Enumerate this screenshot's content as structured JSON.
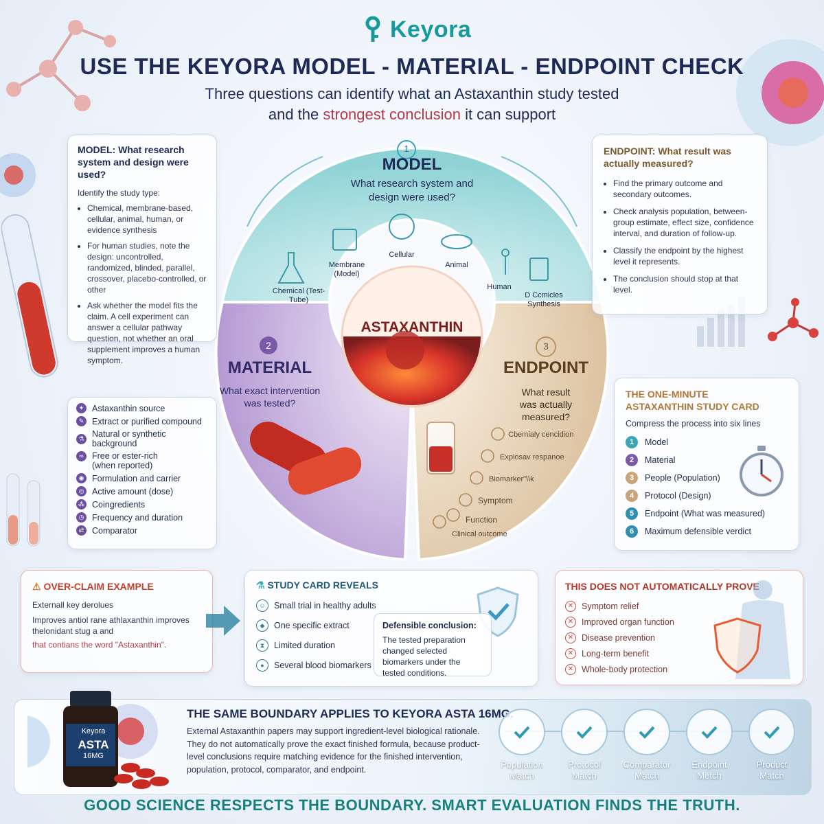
{
  "brand": {
    "logo_text": "Keyora"
  },
  "header": {
    "title": "USE THE KEYORA MODEL -  MATERIAL - ENDPOINT CHECK",
    "subtitle_line1": "Three questions can identify what an Astaxanthin study tested",
    "subtitle_line2_a": "and the",
    "subtitle_line2_hl": "strongest conclusion",
    "subtitle_line2_b": "it can support"
  },
  "model_card": {
    "heading": "MODEL: What research system and design were used?",
    "intro": "Identify the study type:",
    "bullets": [
      "Chemical, membrane-based, cellular, animal, human, or evidence synthesis",
      "For human studies, note the design: uncontrolled, randomized, blinded, parallel, crossover, placebo-controlled, or other",
      "Ask whether the model fits the claim. A cell experiment can answer a cellular pathway question, not whether an oral supplement improves a human symptom."
    ]
  },
  "endpoint_card": {
    "heading": "ENDPOINT: What result was actually measured?",
    "bullets": [
      "Find the primary outcome and secondary outcomes.",
      "Check analysis population, between-group estimate, effect size, confidence interval, and duration of follow-up.",
      "Classify the endpoint by the highest level it represents.",
      "The conclusion should stop at that level."
    ]
  },
  "wheel": {
    "model": {
      "num": "1",
      "title": "MODEL",
      "question": "What research system and design were used?",
      "items": [
        "Chemical (Test-Tube)",
        "Membrane (Model)",
        "Cellular",
        "Animal",
        "Human",
        "D Ccmicles Synthesis"
      ]
    },
    "center": "ASTAXANTHIN",
    "material": {
      "num": "2",
      "title": "MATERIAL",
      "question": "What exact intervention was tested?"
    },
    "endpoint": {
      "num": "3",
      "title": "ENDPOINT",
      "question": "What result was actually measured?",
      "steps": [
        "Cbemialy cencidion",
        "Explosav respanoe",
        "Biomarker\"\\\\k",
        "Symptom",
        "Function",
        "Clinical outcome"
      ]
    }
  },
  "material_card": {
    "items": [
      "Astaxanthin source",
      "Extract or purified compound",
      "Natural or synthetic background",
      "Free or ester-rich (when reported)",
      "Formulation and carrier",
      "Active amount (dose)",
      "Coingredients",
      "Frequency and duration",
      "Comparator"
    ]
  },
  "study_card": {
    "heading_line1": "THE ONE-MINUTE",
    "heading_line2": "ASTAXANTHIN STUDY CARD",
    "intro": "Compress the process into six lines",
    "lines": [
      {
        "num": "1",
        "label": "Model",
        "color": "#3aa6b8"
      },
      {
        "num": "2",
        "label": "Material",
        "color": "#7a5aa8"
      },
      {
        "num": "3",
        "label": "People (Population)",
        "color": "#c8a478"
      },
      {
        "num": "4",
        "label": "Protocol (Design)",
        "color": "#c8a478"
      },
      {
        "num": "5",
        "label": "Endpoint (What was measured)",
        "color": "#2f8fb0"
      },
      {
        "num": "6",
        "label": "Maximum defensible verdict",
        "color": "#2f8fb0"
      }
    ]
  },
  "overclaim": {
    "heading": "OVER-CLAIM EXAMPLE",
    "line1": "Externall key derolues",
    "line2": "Improves antiol rane athlaxanthin improves thelonidant stug a and",
    "line3": "that contians the word \"Astaxanthin\"."
  },
  "reveals": {
    "heading": "STUDY CARD REVEALS",
    "items": [
      "Small trial in healthy adults",
      "One specific extract",
      "Limited duration",
      "Several blood biomarkers"
    ],
    "conclusion_heading": "Defensible conclusion:",
    "conclusion_text": "The tested preparation changed selected biomarkers under the tested conditions."
  },
  "not_prove": {
    "heading": "THIS DOES NOT AUTOMATICALLY PROVE",
    "items": [
      "Symptom relief",
      "Improved organ function",
      "Disease prevention",
      "Long-term benefit",
      "Whole-body protection"
    ]
  },
  "bottom": {
    "product_brand": "Keyora",
    "product_name": "ASTA",
    "product_dose": "16MG",
    "title": "THE SAME BOUNDARY APPLIES TO KEYORA ASTA 16MG.",
    "text": "External Astaxanthin papers may support ingredient-level biological rationale. They do not automatically prove the exact finished formula, because product-level conclusions require matching evidence for the finished intervention, population, protocol, comparator, and endpoint.",
    "matches": [
      {
        "line1": "Population",
        "line2": "Match"
      },
      {
        "line1": "Protocol",
        "line2": "Match"
      },
      {
        "line1": "Comparator",
        "line2": "Match"
      },
      {
        "line1": "Endpoint",
        "line2": "Metch"
      },
      {
        "line1": "Product",
        "line2": "Match"
      }
    ]
  },
  "footer": "GOOD SCIENCE RESPECTS THE BOUNDARY.   SMART EVALUATION FINDS THE TRUTH.",
  "colors": {
    "teal": "#169a9c",
    "navy": "#1d2a55",
    "purple": "#7a5aa8",
    "gold": "#b8955e",
    "red": "#c5402a"
  }
}
